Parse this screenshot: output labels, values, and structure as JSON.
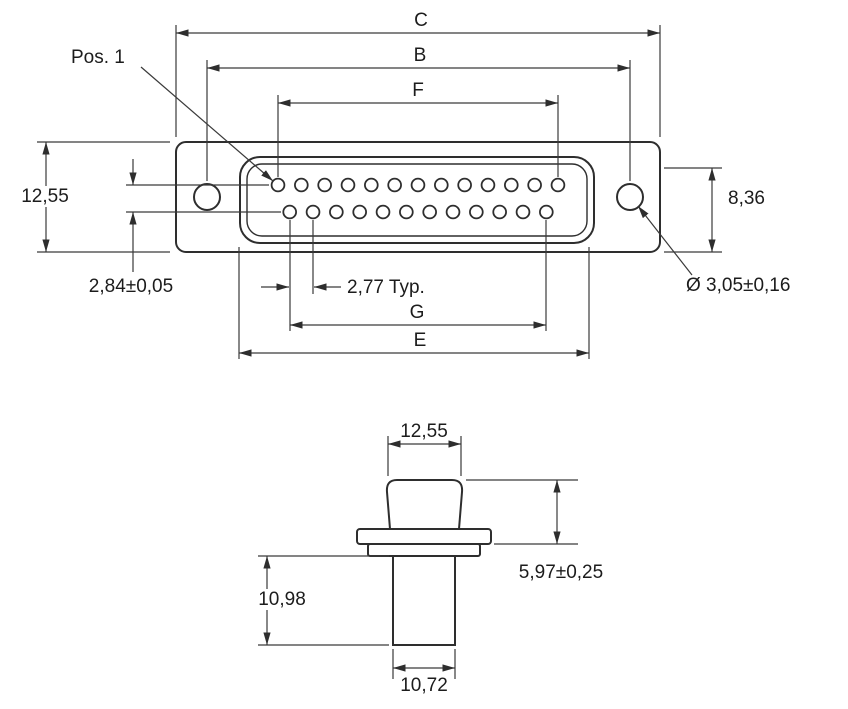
{
  "drawing": {
    "front_view": {
      "pos1_label": "Pos. 1",
      "dims": {
        "c": "C",
        "b": "B",
        "f": "F",
        "g": "G",
        "e": "E",
        "flange_height": "12,55",
        "row_spacing": "2,84±0,05",
        "right_height": "8,36",
        "hole_diameter": "Ø 3,05±0,16",
        "pin_pitch": "2,77 Typ."
      },
      "pins": {
        "top_count": 13,
        "bottom_count": 12
      }
    },
    "side_view": {
      "dims": {
        "top_width": "12,55",
        "body_height": "10,98",
        "shell_height": "5,97±0,25",
        "bottom_width": "10,72"
      }
    },
    "colors": {
      "line": "#2e2e2e",
      "text": "#1c1c1c",
      "background": "#ffffff"
    }
  }
}
